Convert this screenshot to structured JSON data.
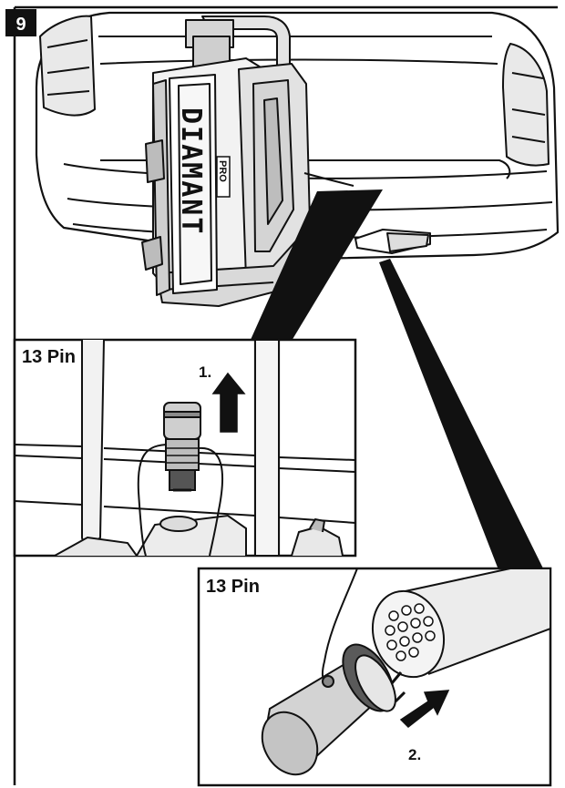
{
  "step_badge": {
    "number": "9"
  },
  "product": {
    "brand_text": "DIAMANT",
    "pro_text": "PRO"
  },
  "detail_top": {
    "label": "13 Pin",
    "step_marker": "1."
  },
  "detail_bottom": {
    "label": "13 Pin",
    "step_marker": "2."
  },
  "icons": [
    "arrow-up-icon",
    "arrow-right-icon",
    "connector-plug-icon",
    "socket-icon"
  ],
  "colors": {
    "line": "#111111",
    "background": "#ffffff",
    "badge": "#111111"
  }
}
